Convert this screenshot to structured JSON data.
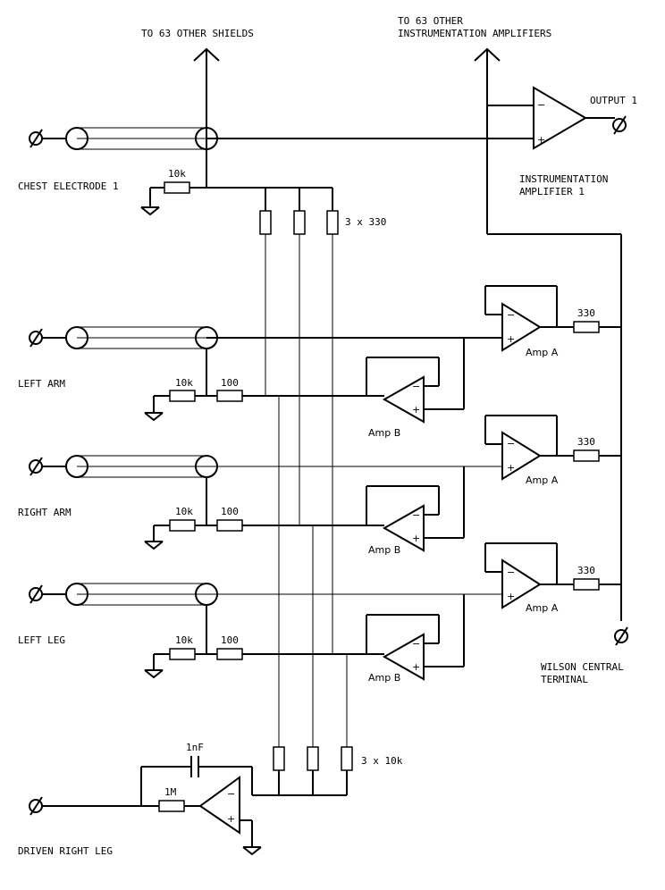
{
  "labels": {
    "to_shields": "TO 63 OTHER SHIELDS",
    "to_amps_line1": "TO 63 OTHER",
    "to_amps_line2": "INSTRUMENTATION AMPLIFIERS",
    "output": "OUTPUT 1",
    "inst_amp_line1": "INSTRUMENTATION",
    "inst_amp_line2": "AMPLIFIER 1",
    "chest_electrode": "CHEST ELECTRODE 1",
    "left_arm": "LEFT ARM",
    "right_arm": "RIGHT ARM",
    "left_leg": "LEFT LEG",
    "driven_right_leg": "DRIVEN RIGHT LEG",
    "wilson_line1": "WILSON CENTRAL",
    "wilson_line2": "TERMINAL"
  },
  "components": {
    "r_10k": "10k",
    "r_100": "100",
    "r_330": "330",
    "r_1m": "1M",
    "c_1nf": "1nF",
    "shield_resistors": "3 x 330",
    "drl_resistors": "3 x 10k",
    "amp_a": "Amp A",
    "amp_b": "Amp B",
    "minus": "−",
    "plus": "+"
  }
}
